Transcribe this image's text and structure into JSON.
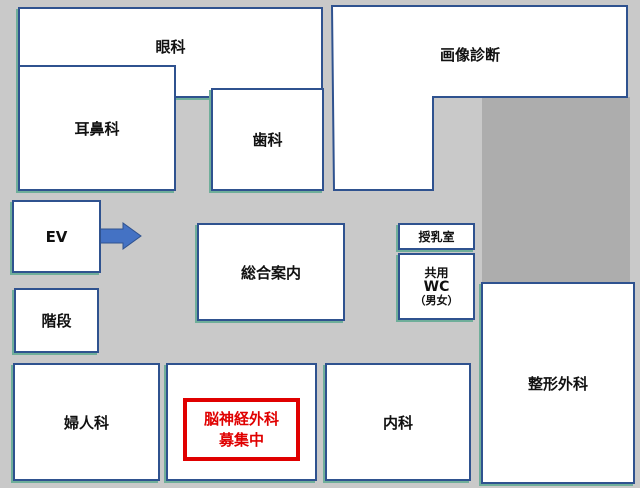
{
  "rooms": {
    "ophthalmology": "眼科",
    "ent": "耳鼻科",
    "dental": "歯科",
    "radiology": "画像診断",
    "elevator": "EV",
    "stairs": "階段",
    "information": "総合案内",
    "nursing_room": "授乳室",
    "wc_line1": "共用",
    "wc_line2": "WC",
    "wc_line3": "（男女）",
    "orthopedics": "整形外科",
    "gynecology": "婦人科",
    "neurosurgery": "脳神経外科",
    "recruiting": "募集中",
    "internal_medicine": "内科"
  },
  "colors": {
    "border": "#2f528f",
    "accent": "#e00000",
    "arrow": "#4472c4"
  }
}
